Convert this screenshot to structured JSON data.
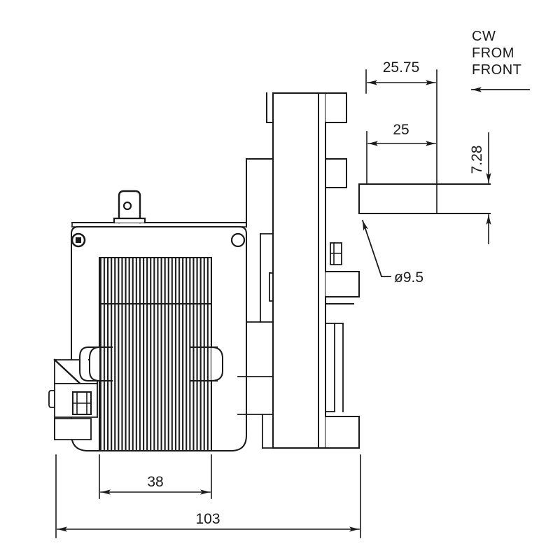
{
  "drawing": {
    "title": "Gear Motor Side Elevation Technical Drawing",
    "units_note": "",
    "line_color": "#1a1a1a",
    "background_color": "#ffffff",
    "notes": {
      "rotation_line1": "CW",
      "rotation_line2": "FROM",
      "rotation_line3": "FRONT"
    },
    "dimensions": {
      "shaft_length_overall": "25.75",
      "shaft_length_nominal": "25",
      "shaft_thickness": "7.28",
      "shaft_diameter": "ø9.5",
      "lamination_stack_width": "38",
      "overall_length": "103"
    },
    "components": {
      "motor_body": "motor-housing",
      "lamination_stack": "laminated-stator-stack",
      "terminal_tab": "spade-terminal",
      "gearbox": "gearbox-housing",
      "output_shaft": "output-shaft",
      "mounting_bracket": "mounting-bracket",
      "hex_nut": "hex-nut",
      "mounting_hole_left": "mounting-hole",
      "mounting_hole_right": "mounting-hole"
    }
  }
}
